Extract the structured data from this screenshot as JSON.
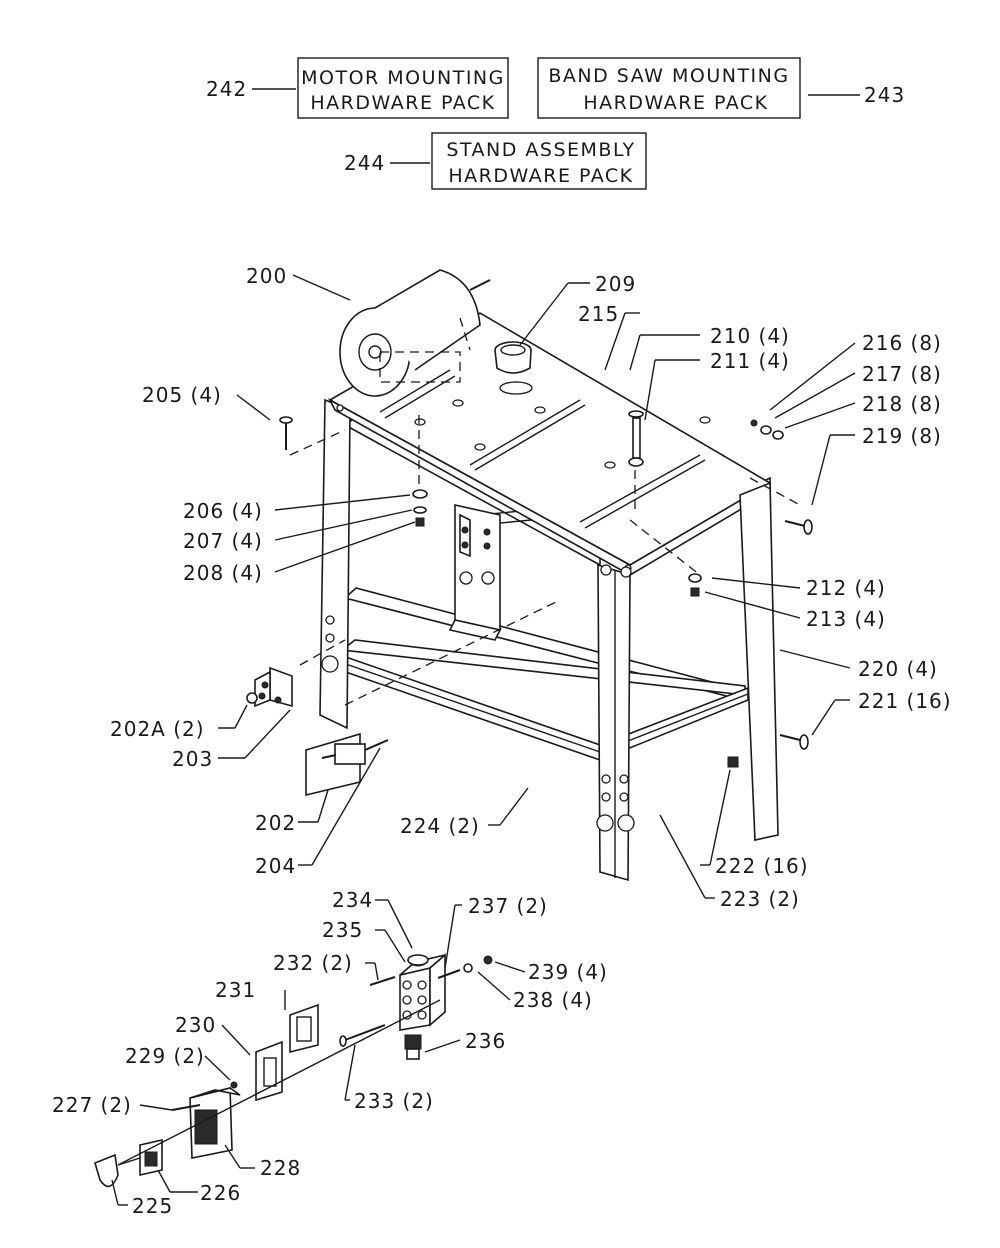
{
  "boxes": {
    "motor_pack": {
      "line1": "MOTOR MOUNTING",
      "line2": "HARDWARE PACK",
      "number": "242"
    },
    "bandsaw_pack": {
      "line1": "BAND SAW  MOUNTING",
      "line2": "HARDWARE PACK",
      "number": "243"
    },
    "stand_pack": {
      "line1": "STAND ASSEMBLY",
      "line2": "HARDWARE PACK",
      "number": "244"
    }
  },
  "callouts": {
    "p200": "200",
    "p209": "209",
    "p215": "215",
    "p210": "210 (4)",
    "p211": "211 (4)",
    "p216": "216 (8)",
    "p217": "217 (8)",
    "p218": "218 (8)",
    "p219": "219 (8)",
    "p205": "205 (4)",
    "p206": "206 (4)",
    "p207": "207 (4)",
    "p208": "208 (4)",
    "p212": "212 (4)",
    "p213": "213 (4)",
    "p220": "220 (4)",
    "p221": "221 (16)",
    "p202A": "202A (2)",
    "p203": "203",
    "p202": "202",
    "p204": "204",
    "p224": "224 (2)",
    "p222": "222 (16)",
    "p223": "223 (2)",
    "p234": "234",
    "p235": "235",
    "p237": "237 (2)",
    "p232": "232 (2)",
    "p231": "231",
    "p239": "239 (4)",
    "p238": "238 (4)",
    "p230": "230",
    "p236": "236",
    "p229": "229 (2)",
    "p233": "233 (2)",
    "p227": "227 (2)",
    "p228": "228",
    "p226": "226",
    "p225": "225"
  }
}
